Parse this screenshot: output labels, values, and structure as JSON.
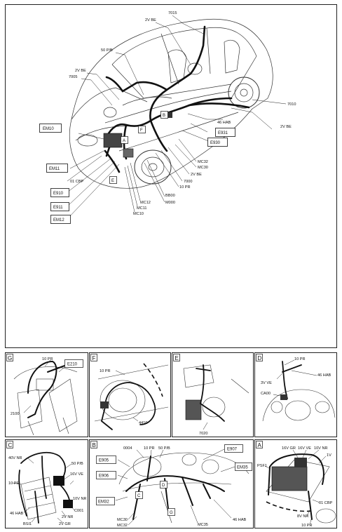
{
  "main_diagram": {
    "labels": {
      "l_7015": "7015",
      "l_2vbe_top": "2V BE",
      "l_50pb": "50 P/B",
      "l_2vbe_left": "2V BE",
      "l_7005": "7005",
      "l_7010": "7010",
      "l_2vbe_right": "2V BE",
      "l_46hab": "46 HAB",
      "l_mc32": "MC32",
      "l_mc30": "MC30",
      "l_2vbe_bottom": "2V BE",
      "l_7000": "7000",
      "l_10pr": "10 PR",
      "l_bb00": "BB00",
      "l_m000": "M000",
      "l_mc12": "MC12",
      "l_mc11": "MC11",
      "l_mc10": "MC10",
      "l_01cbp": "01 CBP"
    },
    "boxed_connectors": {
      "em10": "EM10",
      "em11": "EM11",
      "e910": "E910",
      "e911": "E911",
      "em12": "EM12",
      "e931": "E931",
      "e930": "E930"
    },
    "zone_markers": {
      "a": "A",
      "b": "B",
      "e": "E",
      "f": "F"
    }
  },
  "panels": {
    "g": {
      "letter": "G",
      "labels": {
        "l_10pr": "10 PR",
        "l_2100": "2100"
      },
      "boxes": {
        "e210": "E210"
      }
    },
    "f": {
      "letter": "F",
      "labels": {
        "l_10pr": "10 PR",
        "l_4410": "4410"
      }
    },
    "e": {
      "letter": "E",
      "labels": {
        "l_7020": "7020"
      }
    },
    "d": {
      "letter": "D",
      "labels": {
        "l_10pr": "10 PR",
        "l_46hab": "46 HAB",
        "l_3vve": "3V VE",
        "l_ca00": "CA00"
      }
    },
    "c": {
      "letter": "C",
      "labels": {
        "l_40vnr": "40V NR",
        "l_50pb": "50 P/B",
        "l_10pr": "10 PR",
        "l_16vve": "16V VE",
        "l_10vnr": "10V NR",
        "l_c001": "C001",
        "l_2vnr": "2V NR",
        "l_46hab": "46 HAB",
        "l_bsi1": "BSI1",
        "l_2vgr": "2V GR"
      }
    },
    "b": {
      "letter": "B",
      "labels": {
        "l_0004": "0004",
        "l_10pr": "10 PR",
        "l_50pb": "50 P/B",
        "l_mc30": "MC30",
        "l_mc32": "MC32",
        "l_mc35": "MC35",
        "l_46hab": "46 HAB"
      },
      "boxes": {
        "e907": "E907",
        "e905": "E905",
        "e906": "E906",
        "em35": "EM35",
        "em32": "EM32"
      },
      "markers": {
        "c": "C",
        "d": "D",
        "g": "G"
      }
    },
    "a": {
      "letter": "A",
      "labels": {
        "l_16vgr": "16V GR",
        "l_16vve": "16V VE",
        "l_10vnr": "10V NR",
        "l_1v": "1V",
        "l_psf1": "PSF1",
        "l_01cbp": "01 CBP",
        "l_8vnr": "8V NR",
        "l_10pr": "10 PR"
      }
    }
  }
}
